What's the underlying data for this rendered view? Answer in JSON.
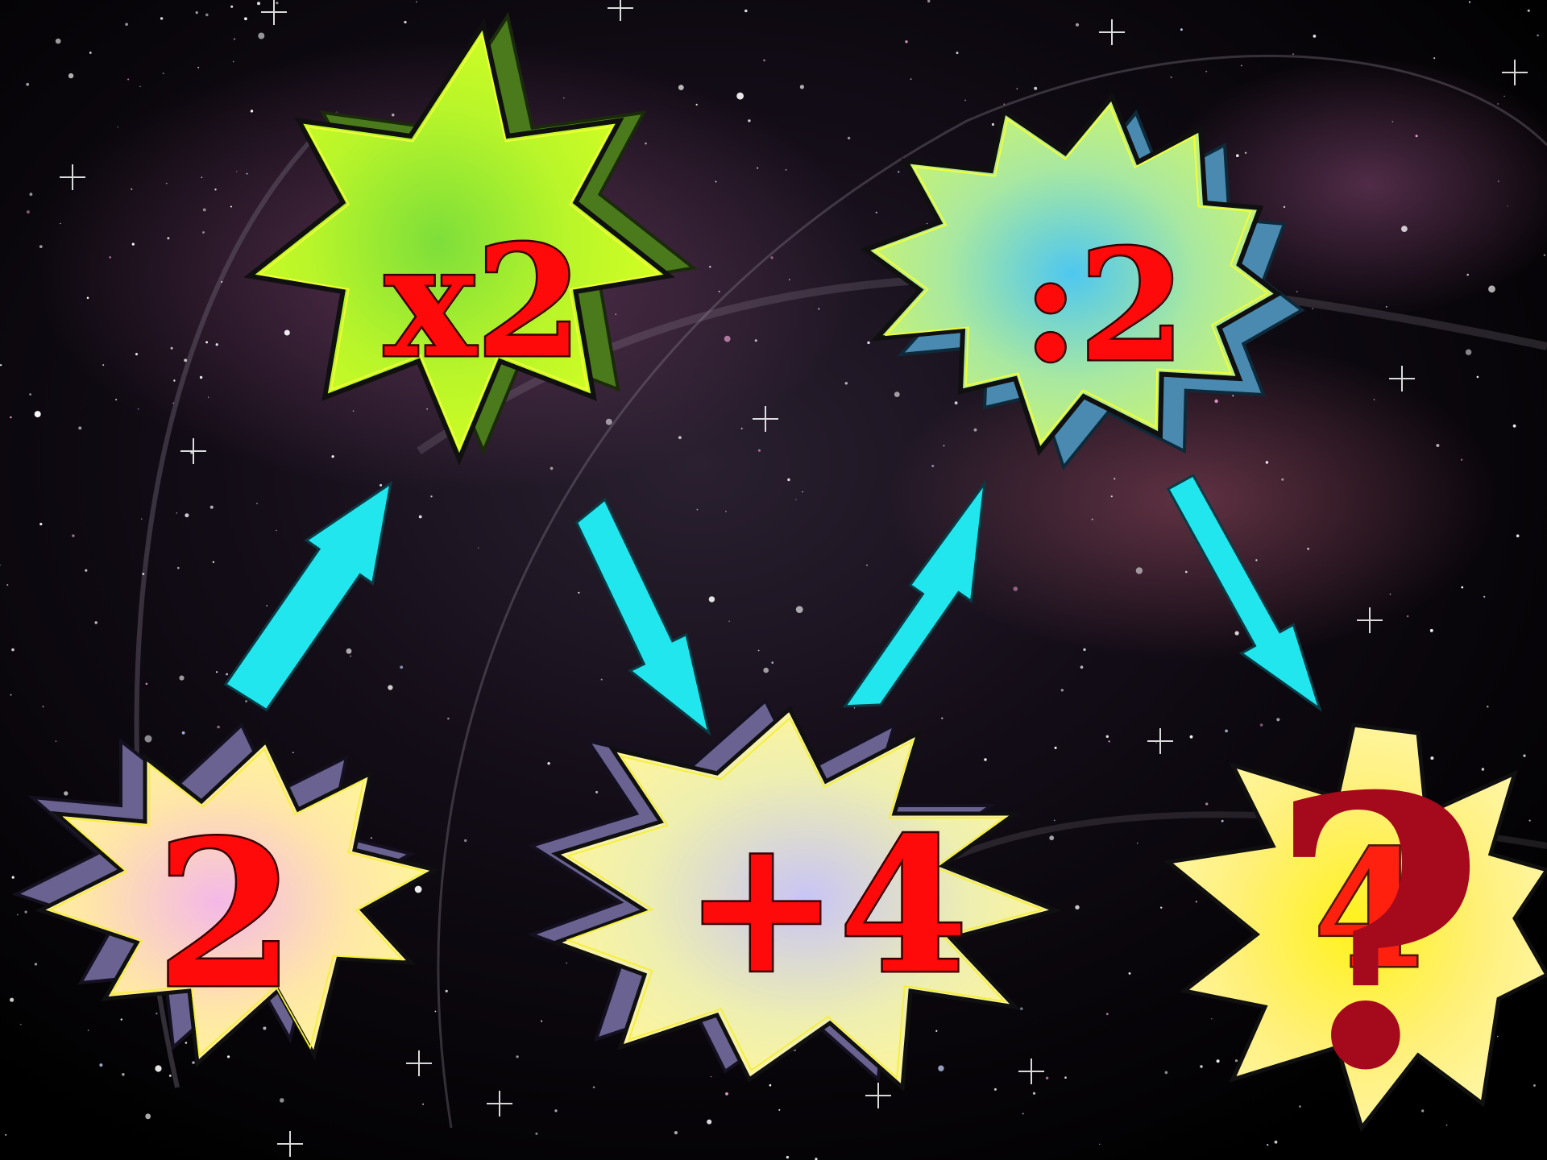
{
  "puzzle": {
    "operators": {
      "multiply": "x2",
      "divide": ":2"
    },
    "numbers": {
      "start": "2",
      "middle": "+4",
      "end": "4"
    },
    "unknown_mark": "?"
  },
  "colors": {
    "text_red": "#ff0a0a",
    "question_red": "#a50a1c",
    "arrow_cyan": "#22e6ee",
    "star_green": "#c8ff2a",
    "star_yellow": "#fff59a"
  }
}
